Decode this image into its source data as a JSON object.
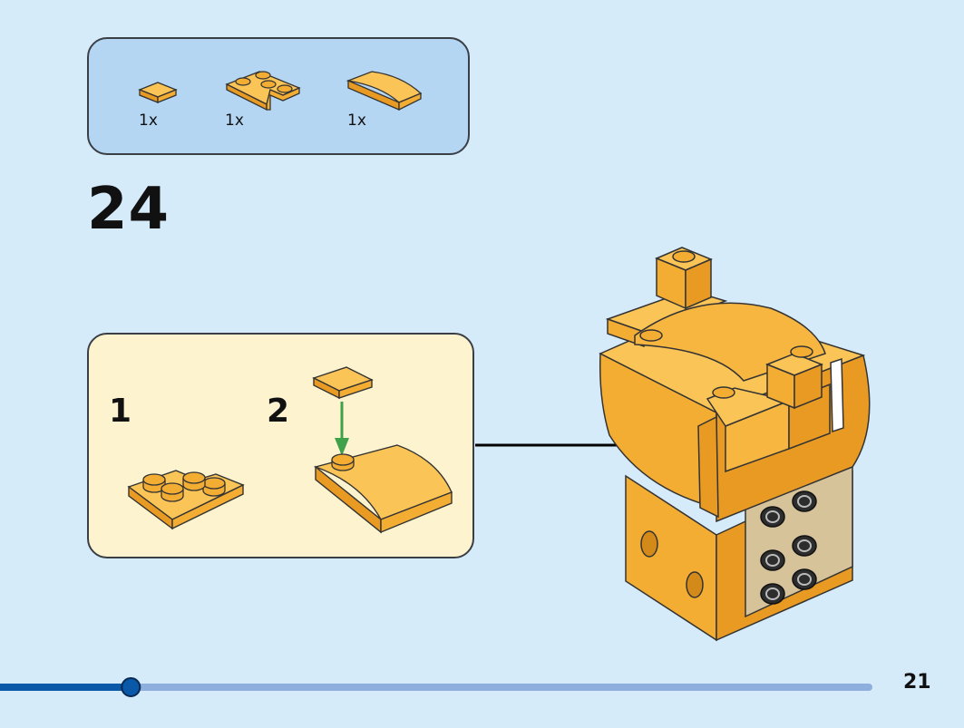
{
  "parts_list": {
    "items": [
      {
        "qty": "1x",
        "icon": "tile-1x1-orange-icon"
      },
      {
        "qty": "1x",
        "icon": "plate-corner-2x2-orange-icon"
      },
      {
        "qty": "1x",
        "icon": "slope-curved-orange-icon"
      }
    ]
  },
  "step": {
    "number": "24",
    "substeps": [
      {
        "number": "1"
      },
      {
        "number": "2"
      }
    ]
  },
  "progress": {
    "value": 0.15
  },
  "page": {
    "number": "21"
  },
  "colors": {
    "background": "#d6ebfa",
    "parts_box": "#b5d6f3",
    "substep_box": "#fdf4cf",
    "brick_orange": "#f6ad33",
    "brick_dark": "#d9901f",
    "progress_fill": "#0a58a8",
    "progress_track": "#8eaedd",
    "arrow_green": "#3fa24a"
  }
}
